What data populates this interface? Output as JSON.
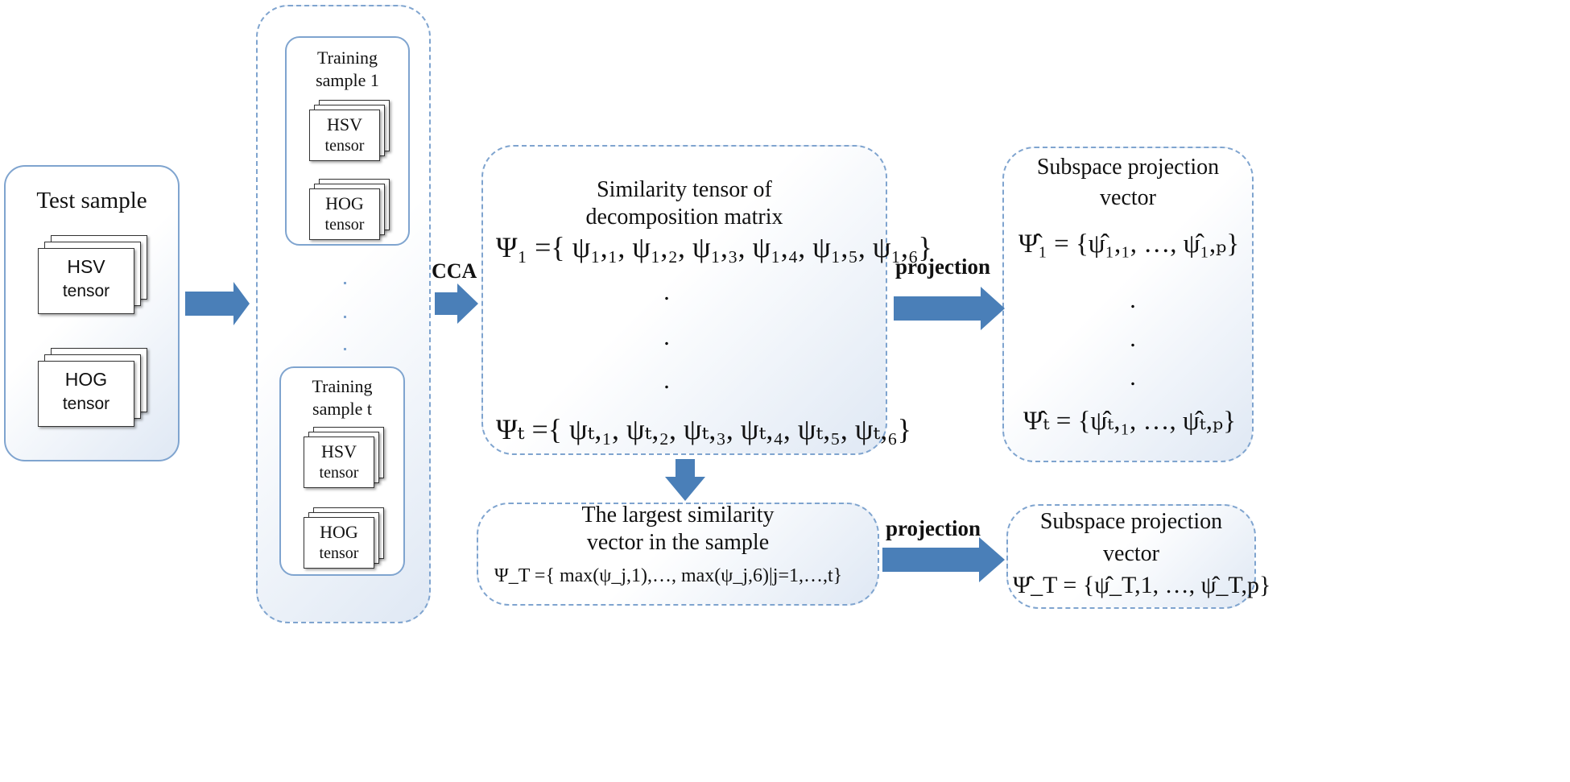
{
  "test_sample": {
    "title": "Test sample",
    "hsv_line1": "HSV",
    "hsv_line2": "tensor",
    "hog_line1": "HOG",
    "hog_line2": "tensor"
  },
  "training_1": {
    "line1": "Training",
    "line2": "sample 1",
    "hsv_line1": "HSV",
    "hsv_line2": "tensor",
    "hog_line1": "HOG",
    "hog_line2": "tensor"
  },
  "training_t": {
    "line1": "Training",
    "line2": "sample t",
    "hsv_line1": "HSV",
    "hsv_line2": "tensor",
    "hog_line1": "HOG",
    "hog_line2": "tensor"
  },
  "cca_label": "CCA",
  "similarity": {
    "title_line1": "Similarity tensor of",
    "title_line2": "decomposition matrix",
    "formula_1": "Ψ₁ ={ ψ₁,₁, ψ₁,₂, ψ₁,₃, ψ₁,₄, ψ₁,₅, ψ₁,₆}",
    "formula_t": "Ψₜ ={ ψₜ,₁, ψₜ,₂, ψₜ,₃, ψₜ,₄, ψₜ,₅, ψₜ,₆}"
  },
  "projection_top": "projection",
  "projection_bottom": "projection",
  "subspace_top": {
    "title_line1": "Subspace projection",
    "title_line2": "vector",
    "formula_1": "Ψ̂₁ = {ψ̂₁,₁, …, ψ̂₁,ₚ}",
    "formula_t": "Ψ̂ₜ = {ψ̂ₜ,₁, …, ψ̂ₜ,ₚ}"
  },
  "largest": {
    "title_line1": "The largest similarity",
    "title_line2": "vector in the sample",
    "formula": "Ψ_T ={ max(ψ_j,1),…, max(ψ_j,6)|j=1,…,t}"
  },
  "subspace_bottom": {
    "title_line1": "Subspace projection",
    "title_line2": "vector",
    "formula": "Ψ̂_T = {ψ̂_T,1, …, ψ̂_T,p}"
  },
  "colors": {
    "arrow": "#4a7fb8",
    "border": "#7fa4cf"
  }
}
